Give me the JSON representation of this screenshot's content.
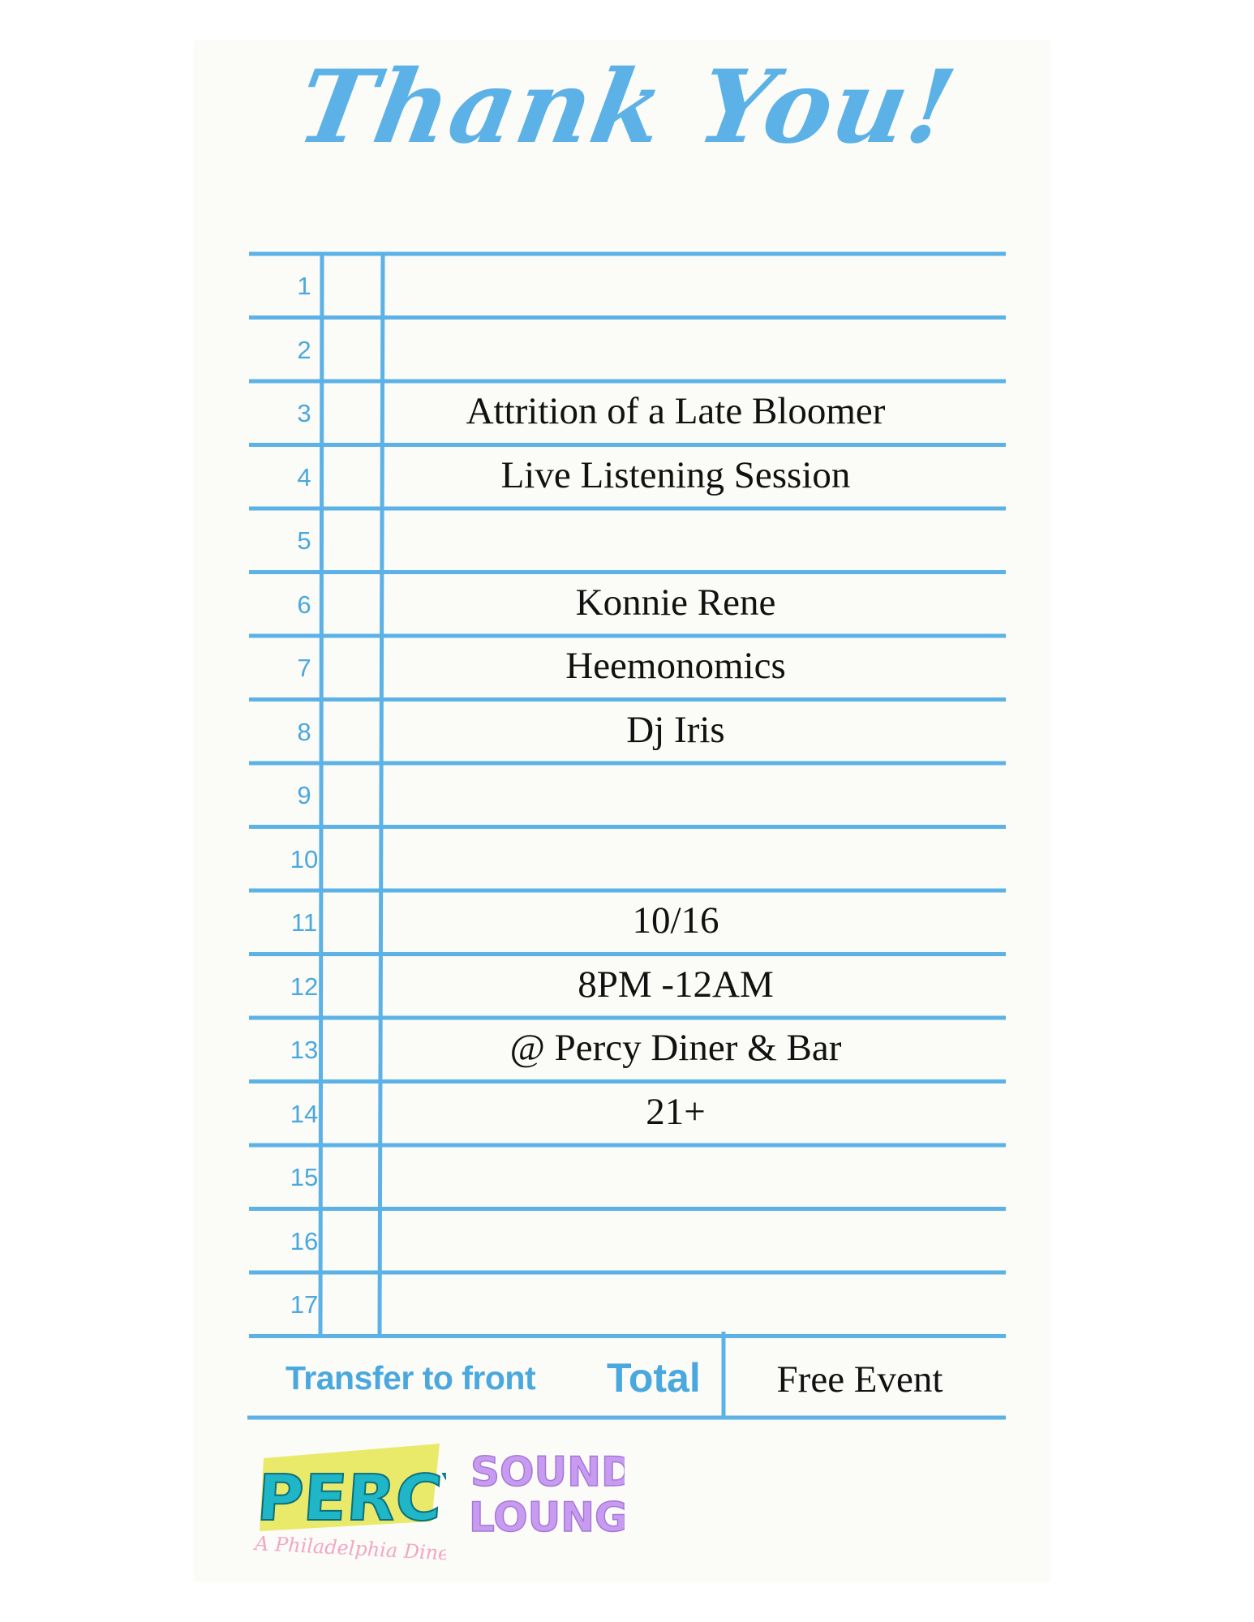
{
  "header": {
    "title": "Thank You!"
  },
  "ticket": {
    "rows": [
      {
        "num": "1",
        "text": ""
      },
      {
        "num": "2",
        "text": ""
      },
      {
        "num": "3",
        "text": "Attrition of a Late Bloomer"
      },
      {
        "num": "4",
        "text": "Live Listening Session"
      },
      {
        "num": "5",
        "text": ""
      },
      {
        "num": "6",
        "text": "Konnie Rene"
      },
      {
        "num": "7",
        "text": "Heemonomics"
      },
      {
        "num": "8",
        "text": "Dj Iris"
      },
      {
        "num": "9",
        "text": ""
      },
      {
        "num": "10",
        "text": ""
      },
      {
        "num": "11",
        "text": "10/16"
      },
      {
        "num": "12",
        "text": "8PM -12AM"
      },
      {
        "num": "13",
        "text": "@ Percy Diner & Bar"
      },
      {
        "num": "14",
        "text": "21+"
      },
      {
        "num": "15",
        "text": ""
      },
      {
        "num": "16",
        "text": ""
      },
      {
        "num": "17",
        "text": ""
      }
    ],
    "footer": {
      "transfer_label": "Transfer to front",
      "total_label": "Total",
      "total_value": "Free Event"
    }
  },
  "logos": {
    "percy": {
      "name": "PERCY",
      "tagline": "A Philadelphia Diner"
    },
    "sound_lounge": {
      "line1": "SOUND",
      "line2": "LOUNGE"
    }
  },
  "colors": {
    "line_blue": "#5cb2e6",
    "number_blue": "#4aa8de",
    "percy_teal": "#1fb6c7",
    "percy_yellow": "#e9ea6a",
    "percy_pink": "#f2a7c3",
    "lounge_purple": "#c79cf0"
  }
}
